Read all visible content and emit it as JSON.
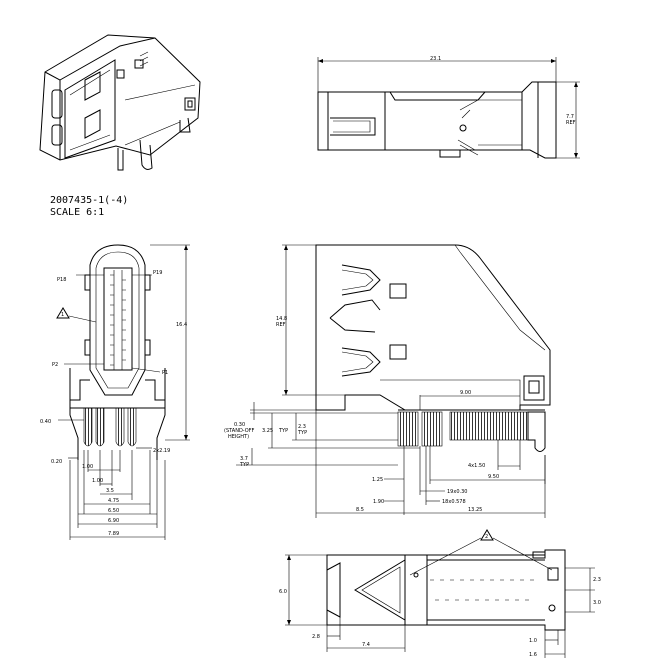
{
  "part": {
    "number": "2007435-1(-4)",
    "scale": "SCALE   6:1"
  },
  "views": {
    "isometric": {
      "name": "isometric-view"
    },
    "top": {
      "dims": {
        "width": "23.1",
        "height": "7.7",
        "height_note": "REF"
      }
    },
    "front": {
      "pins": {
        "p18": "P18",
        "p19": "P19",
        "p2": "P2",
        "p1": "P1"
      },
      "note_flag": "1",
      "dims": {
        "height": "16.4",
        "pitch_left": "0.40",
        "pitch_right": "2x2.19",
        "tab": "0.20",
        "d100a": "1.00",
        "d100b": "1.00",
        "d35": "3.5",
        "d475": "4.75",
        "d650": "6.50",
        "d690": "6.90",
        "d789": "7.89"
      }
    },
    "side": {
      "dims": {
        "height": "14.8",
        "height_note": "REF",
        "standoff": "0.30",
        "standoff_note1": "(STAND-OFF",
        "standoff_note2": "HEIGHT)",
        "d325": "3.25",
        "d325_typ": "TYP",
        "d23": "2.3",
        "d23_typ": "TYP",
        "d37": "3.7",
        "d37_typ": "TYP",
        "d900": "9.00",
        "d4x150": "4x1.50",
        "d950": "9.50",
        "d125": "1.25",
        "d19x": "19x0.30",
        "d190": "1.90",
        "d18x": "18x0.578",
        "d85": "8.5",
        "d1325": "13.25"
      }
    },
    "bottom": {
      "note_flag": "2",
      "dims": {
        "d60": "6.0",
        "d23": "2.3",
        "d30": "3.0",
        "d28": "2.8",
        "d74": "7.4",
        "d10": "1.0",
        "d16": "1.6"
      }
    }
  }
}
